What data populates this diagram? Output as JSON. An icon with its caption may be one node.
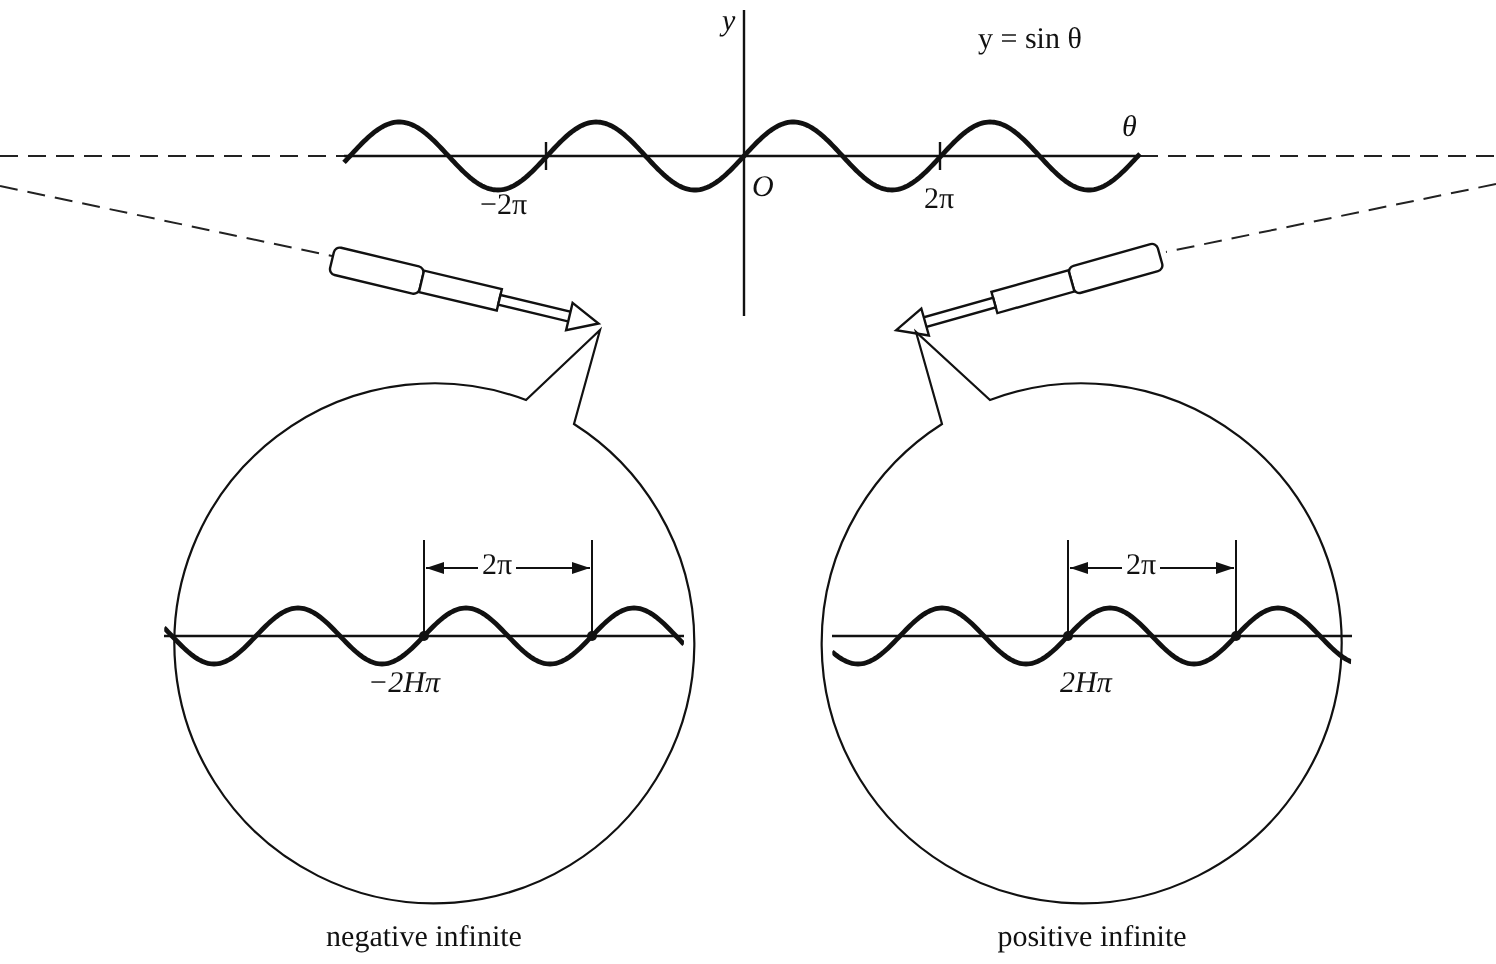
{
  "diagram": {
    "nodes": [
      {
        "text": [
          "2π",
          "−2Hπ"
        ],
        "beside": [
          "negative infinite"
        ]
      },
      {
        "text": [
          "2π",
          "2Hπ"
        ],
        "beside": [
          "positive infinite"
        ]
      }
    ],
    "labels": [
      "y",
      "y = sin θ",
      "θ",
      "−2π",
      "O",
      "2π"
    ]
  }
}
